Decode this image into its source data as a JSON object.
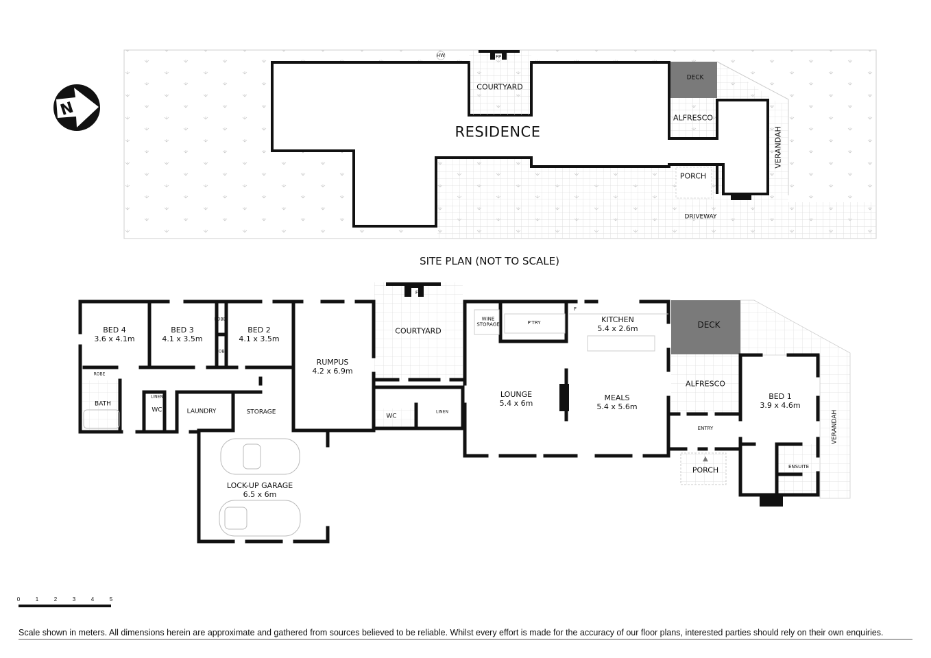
{
  "compass": {
    "letter": "N",
    "icon": "north-arrow-icon"
  },
  "site_plan": {
    "title": "SITE PLAN (NOT TO SCALE)",
    "residence": "RESIDENCE",
    "courtyard": "COURTYARD",
    "fp": "FP",
    "hw": "HW",
    "deck": "DECK",
    "alfresco": "ALFRESCO",
    "porch": "PORCH",
    "verandah": "VERANDAH",
    "driveway": "DRIVEWAY"
  },
  "floor_plan": {
    "rooms": {
      "bed4": {
        "name": "BED 4",
        "dim": "3.6 x 4.1m"
      },
      "bed3": {
        "name": "BED 3",
        "dim": "4.1 x 3.5m"
      },
      "bed2": {
        "name": "BED 2",
        "dim": "4.1 x 3.5m"
      },
      "rumpus": {
        "name": "RUMPUS",
        "dim": "4.2 x 6.9m"
      },
      "courtyard": {
        "name": "COURTYARD"
      },
      "fp": {
        "name": "FP"
      },
      "wine_storage": {
        "name": "WINE\nSTORAGE",
        "line1": "WINE",
        "line2": "STORAGE"
      },
      "pantry": {
        "name": "P'TRY"
      },
      "fridge": {
        "name": "F"
      },
      "kitchen": {
        "name": "KITCHEN",
        "dim": "5.4 x 2.6m"
      },
      "deck": {
        "name": "DECK"
      },
      "lounge": {
        "name": "LOUNGE",
        "dim": "5.4 x 6m"
      },
      "meals": {
        "name": "MEALS",
        "dim": "5.4 x 5.6m"
      },
      "alfresco": {
        "name": "ALFRESCO"
      },
      "bed1": {
        "name": "BED 1",
        "dim": "3.9 x 4.6m"
      },
      "entry": {
        "name": "ENTRY"
      },
      "porch": {
        "name": "PORCH"
      },
      "ensuite": {
        "name": "ENSUITE"
      },
      "verandah": {
        "name": "VERANDAH"
      },
      "robe_bed4": {
        "name": "ROBE"
      },
      "robe_bed3": {
        "name": "ROBE"
      },
      "robe_bed2": {
        "name": "ROBE"
      },
      "bath": {
        "name": "BATH"
      },
      "linen_wc": {
        "name": "LINEN"
      },
      "wc1": {
        "name": "WC"
      },
      "laundry": {
        "name": "LAUNDRY"
      },
      "storage": {
        "name": "STORAGE"
      },
      "wc2": {
        "name": "WC"
      },
      "linen2": {
        "name": "LINEN"
      },
      "garage": {
        "name": "LOCK-UP GARAGE",
        "dim": "6.5 x 6m"
      }
    }
  },
  "scale": {
    "ticks": [
      "0",
      "1",
      "2",
      "3",
      "4",
      "5"
    ],
    "unit": "meters"
  },
  "disclaimer": "Scale shown in meters. All dimensions herein are approximate and gathered from sources believed to be  reliable. Whilst every effort is made for the accuracy of our floor plans, interested parties should rely on their own enquiries.",
  "colors": {
    "wall": "#111111",
    "deck_fill": "#7a7a7a",
    "grid": "#d9d9d9",
    "site_border": "#cfcfcf"
  }
}
